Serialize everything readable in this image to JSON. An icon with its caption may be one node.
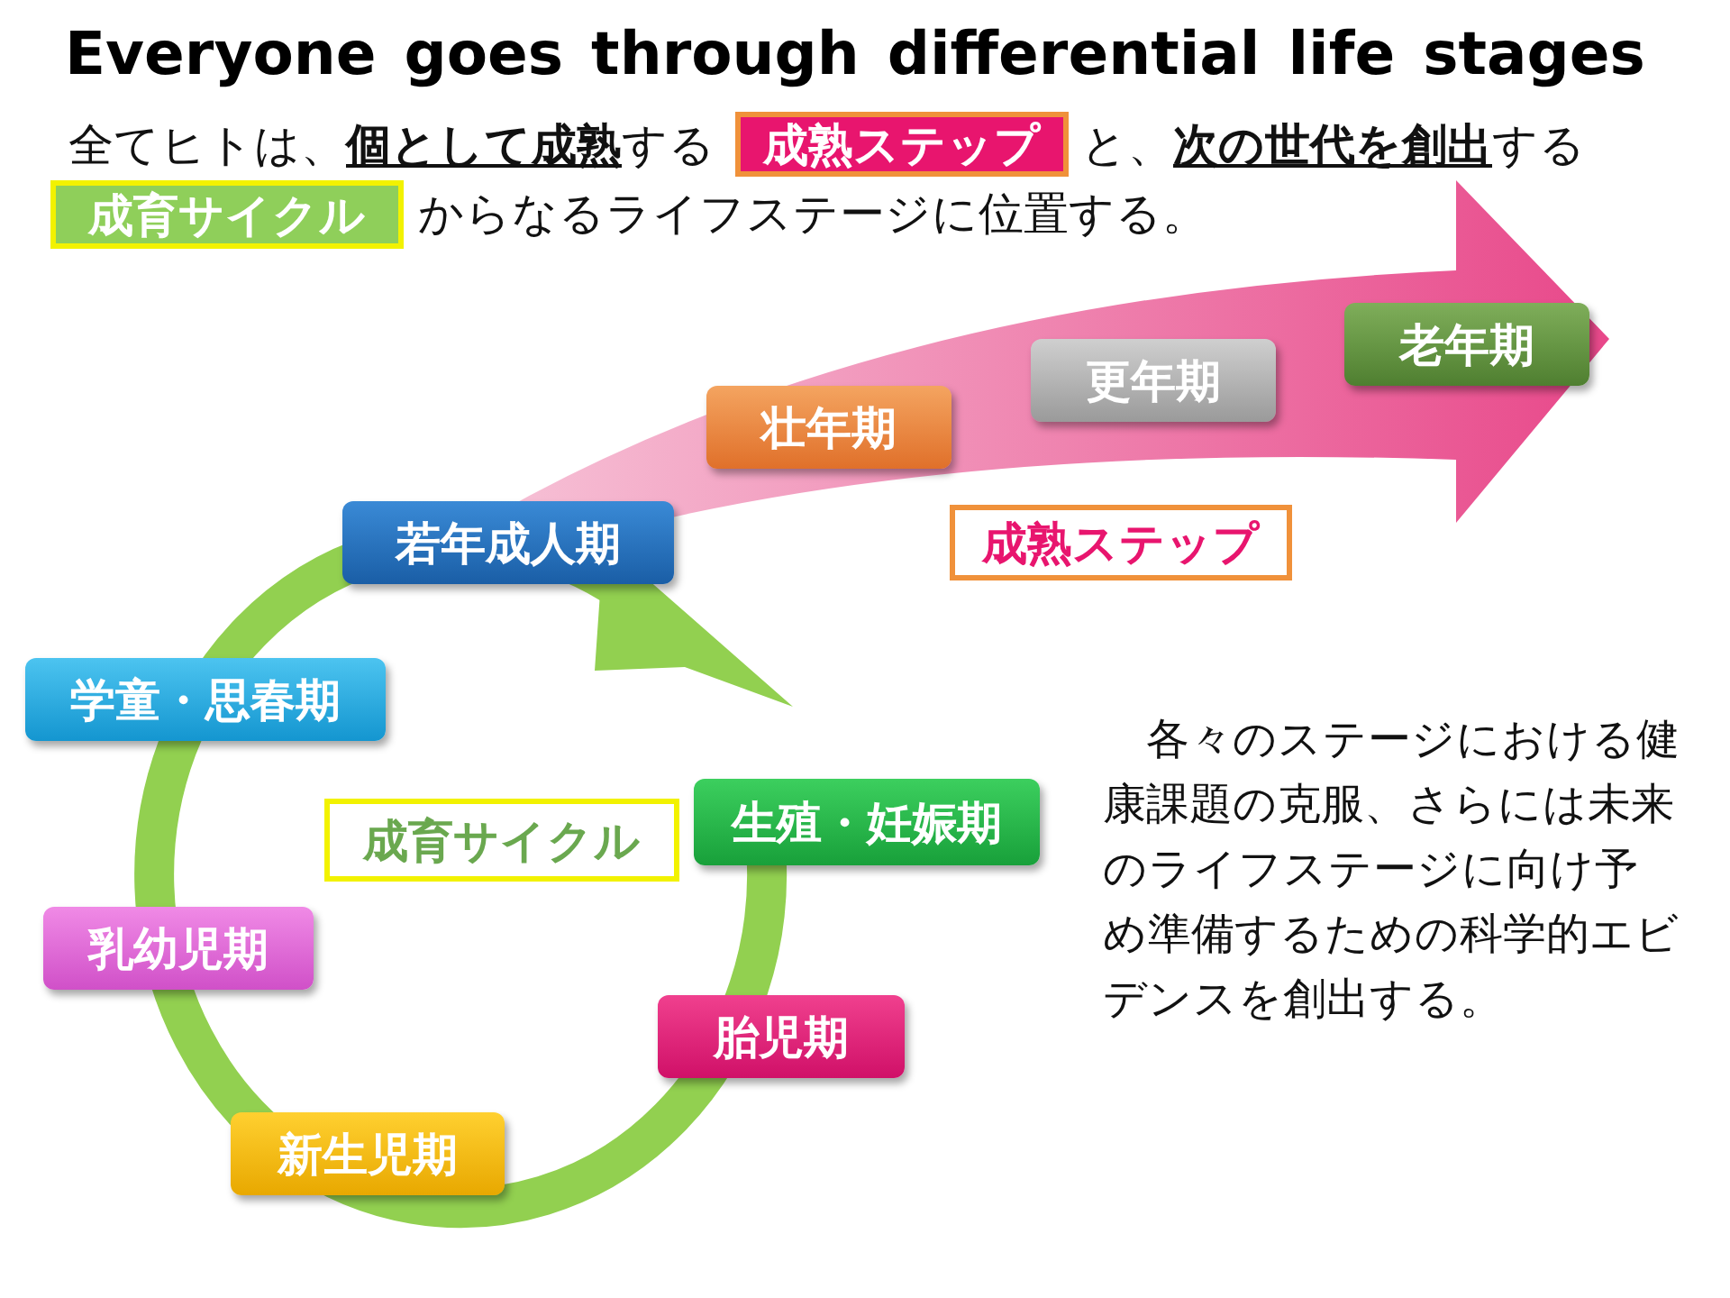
{
  "diagram": {
    "title": "Everyone goes through differential life stages",
    "nodes": [
      {
        "text": [
          "成熟ステップ"
        ]
      },
      {
        "text": [
          "成育サイクル"
        ]
      },
      {
        "text": [
          "壮年期"
        ]
      },
      {
        "text": [
          "更年期"
        ]
      },
      {
        "text": [
          "老年期"
        ]
      },
      {
        "text": [
          "若年成人期"
        ]
      },
      {
        "text": [
          "成熟ステップ"
        ]
      },
      {
        "text": [
          "学童・思春期"
        ]
      },
      {
        "text": [
          "成育サイクル"
        ]
      },
      {
        "text": [
          "生殖・妊娠期"
        ]
      },
      {
        "text": [
          "乳幼児期"
        ]
      },
      {
        "text": [
          "胎児期"
        ]
      },
      {
        "text": [
          "新生児期"
        ]
      }
    ],
    "edges": [],
    "labels": [
      "全てヒトは、**個として成熟**する",
      "と、**次の世代を創出**する",
      "からなるライフステージに位置する。",
      "各々のステージにおける健康課題の克服、さらには未来のライフステージに向け予め準備するための科学的エビデンスを創出する。"
    ]
  }
}
